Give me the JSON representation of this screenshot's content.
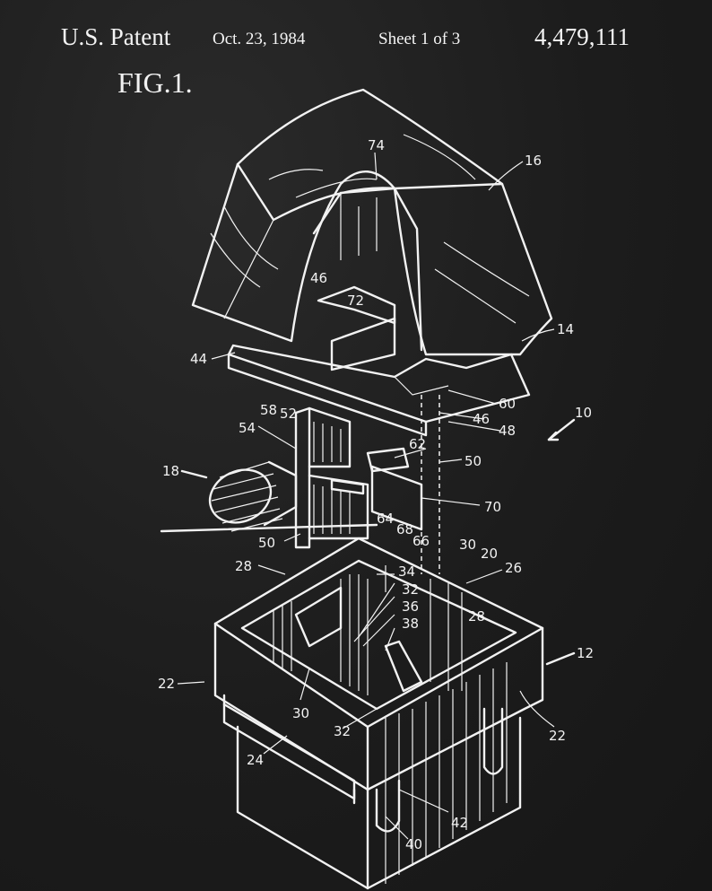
{
  "header": {
    "title": "U.S. Patent",
    "date": "Oct. 23, 1984",
    "sheet": "Sheet 1 of 3",
    "patent_number": "4,479,111"
  },
  "figure": {
    "label": "FIG.1.",
    "reference_numerals": {
      "n74": "74",
      "n16": "16",
      "n46a": "46",
      "n72": "72",
      "n44": "44",
      "n14": "14",
      "n58": "58",
      "n52": "52",
      "n60": "60",
      "n46b": "46",
      "n48": "48",
      "n10": "10",
      "n54": "54",
      "n62": "62",
      "n50a": "50",
      "n18": "18",
      "n70": "70",
      "n64": "64",
      "n68": "68",
      "n66": "66",
      "n50b": "50",
      "n30a": "30",
      "n20": "20",
      "n26": "26",
      "n28a": "28",
      "n34": "34",
      "n32a": "32",
      "n36": "36",
      "n38": "38",
      "n28b": "28",
      "n12": "12",
      "n22a": "22",
      "n30b": "30",
      "n32b": "32",
      "n22b": "22",
      "n24": "24",
      "n42": "42",
      "n40": "40"
    }
  },
  "colors": {
    "background": "#1e1e1e",
    "ink": "#f2f2f2"
  }
}
